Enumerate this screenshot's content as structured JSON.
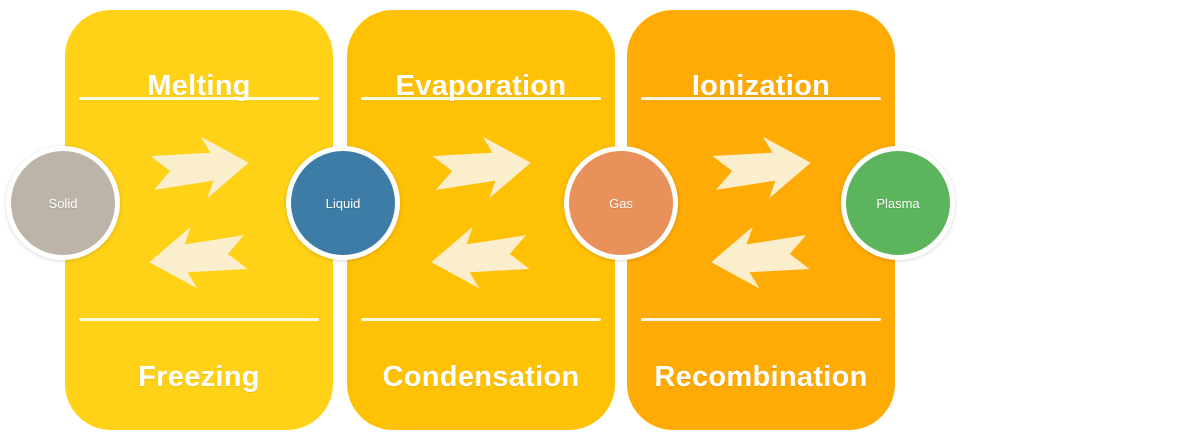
{
  "diagram": {
    "panels": [
      {
        "top_label": "Melting",
        "bottom_label": "Freezing",
        "color": "#FFD117"
      },
      {
        "top_label": "Evaporation",
        "bottom_label": "Condensation",
        "color": "#FFC103"
      },
      {
        "top_label": "Ionization",
        "bottom_label": "Recombination",
        "color": "#FFAB05"
      }
    ],
    "states": [
      {
        "label": "Solid",
        "color": "#BDB4A9"
      },
      {
        "label": "Liquid",
        "color": "#3C7CA6"
      },
      {
        "label": "Gas",
        "color": "#E9915A"
      },
      {
        "label": "Plasma",
        "color": "#5CB55C"
      }
    ],
    "colors": {
      "arrow": "#FAEECC",
      "divider": "rgba(255,255,255,0.88)",
      "background": "#FFFFFF",
      "text": "#FFFFFF"
    }
  }
}
